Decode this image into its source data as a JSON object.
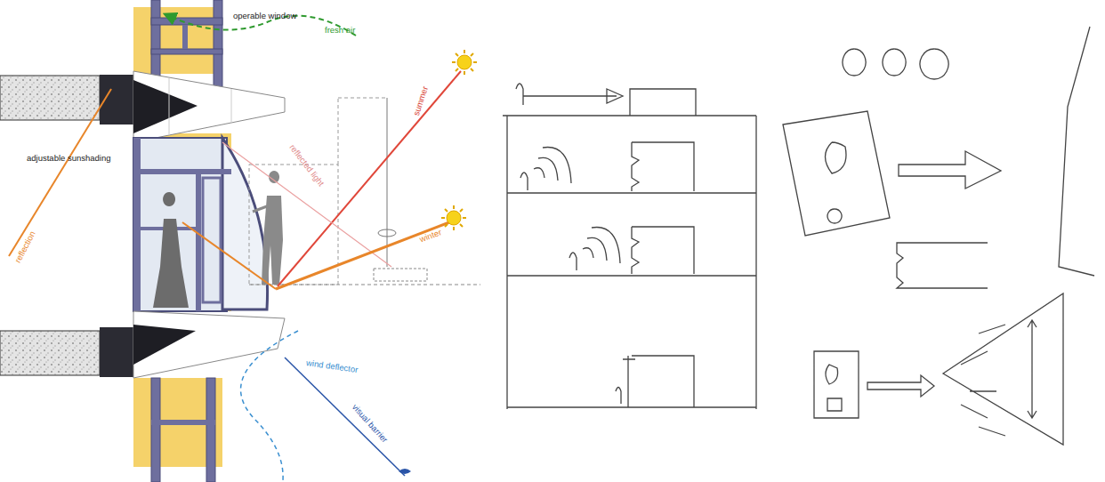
{
  "diagram": {
    "labels": [
      "operable window",
      "fresh air",
      "summer",
      "adjustable sunshading",
      "reflected light",
      "winter",
      "reflection",
      "wind deflector",
      "visual barrier"
    ]
  }
}
